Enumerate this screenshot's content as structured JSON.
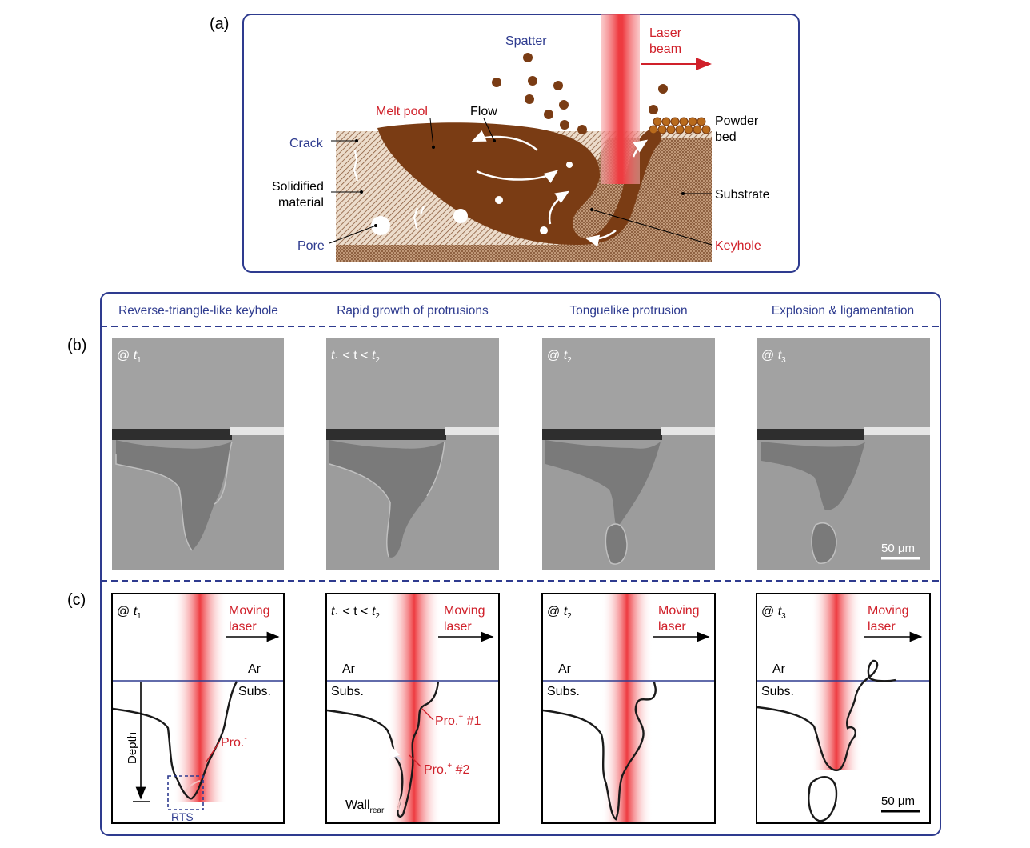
{
  "panel_a": {
    "label": "(a)",
    "spatter": "Spatter",
    "laser_beam_line1": "Laser",
    "laser_beam_line2": "beam",
    "melt_pool": "Melt pool",
    "flow": "Flow",
    "powder_bed_line1": "Powder",
    "powder_bed_line2": "bed",
    "crack": "Crack",
    "solidified_line1": "Solidified",
    "solidified_line2": "material",
    "substrate": "Substrate",
    "pore": "Pore",
    "keyhole": "Keyhole"
  },
  "panel_b": {
    "label": "(b)",
    "headers": [
      "Reverse-triangle-like keyhole",
      "Rapid growth of protrusions",
      "Tonguelike protrusion",
      "Explosion & ligamentation"
    ],
    "time_labels": [
      {
        "at": "@ ",
        "t": "t",
        "sub": "1"
      },
      {
        "a": "t",
        "a_sub": "1",
        "mid": " < t < ",
        "b": "t",
        "b_sub": "2"
      },
      {
        "at": "@ ",
        "t": "t",
        "sub": "2"
      },
      {
        "at": "@ ",
        "t": "t",
        "sub": "3"
      }
    ],
    "scale_bar": "50 μm"
  },
  "panel_c": {
    "label": "(c)",
    "moving_line1": "Moving",
    "moving_line2": "laser",
    "ar": "Ar",
    "subs": "Subs.",
    "depth": "Depth",
    "rts": "RTS",
    "pro_minus": "Pro.",
    "pro_minus_sup": "-",
    "pro_plus_1": "Pro.",
    "pro_plus_1_sup": "+",
    "pro_plus_1_tail": " #1",
    "pro_plus_2": "Pro.",
    "pro_plus_2_sup": "+",
    "pro_plus_2_tail": " #2",
    "wall": "Wall",
    "wall_sub": "rear",
    "scale_bar": "50 μm"
  },
  "colors": {
    "frame_blue": "#2e3b8f",
    "label_red": "#d0202a",
    "label_blue": "#2e3b8f",
    "melt_brown": "#7a3c14",
    "laser_red": "#ee3b40"
  }
}
